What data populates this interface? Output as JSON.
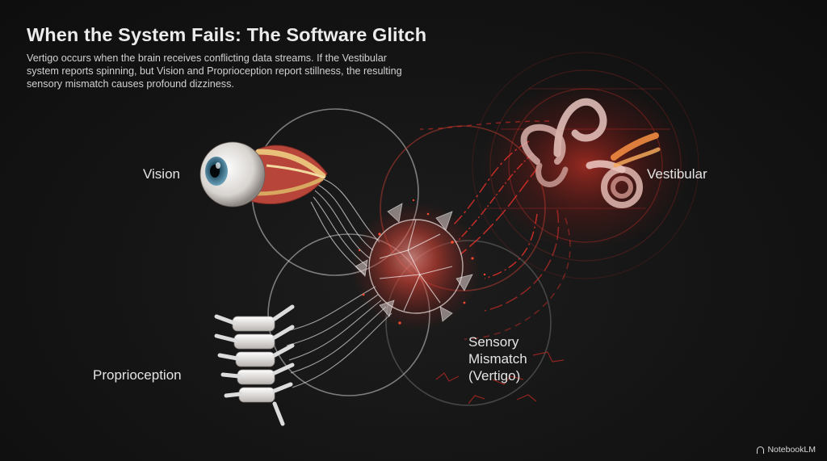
{
  "slide": {
    "title": "When the System Fails: The Software Glitch",
    "description": "Vertigo occurs when the brain receives conflicting data streams. If the Vestibular system reports spinning, but Vision and Proprioception report stillness, the resulting sensory mismatch causes profound dizziness."
  },
  "diagram": {
    "vision_label": "Vision",
    "vestibular_label": "Vestibular",
    "proprioception_label": "Proprioception",
    "mismatch_label": [
      "Sensory",
      "Mismatch",
      "(Vertigo)"
    ]
  },
  "icons": [
    "eye-icon",
    "inner-ear-icon",
    "spine-icon",
    "shattered-sphere-icon"
  ],
  "colors": {
    "background": "#121212",
    "glitch_red": "#e0302a",
    "text": "#e8e8e8"
  },
  "brand": "NotebookLM"
}
